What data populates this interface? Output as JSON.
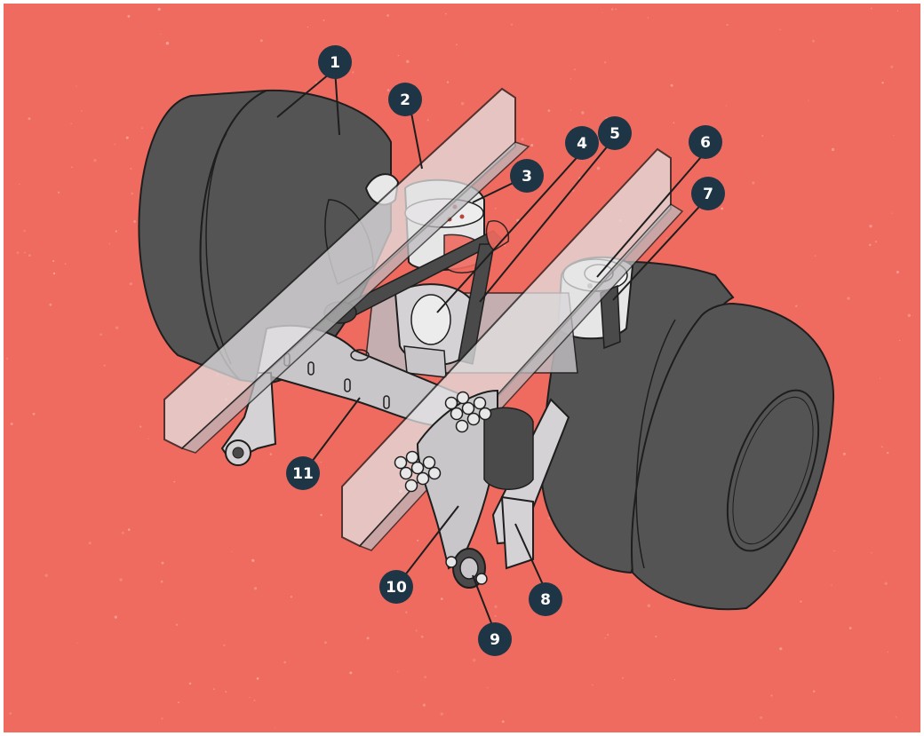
{
  "colors": {
    "background": "#ef6a5f",
    "speck": "#f7a89c",
    "tire": "#545454",
    "tire_dark": "#404040",
    "frame_rail": "#d8d6d8",
    "metal": "#c8c6c8",
    "dark_metal": "#4a4a4a",
    "air_bag": "#e6e6e6",
    "outline": "#1e1e1e",
    "callout_fill": "#1e3545",
    "callout_text": "#ffffff"
  },
  "callouts": [
    {
      "id": "1",
      "text": "1"
    },
    {
      "id": "2",
      "text": "2"
    },
    {
      "id": "3",
      "text": "3"
    },
    {
      "id": "4",
      "text": "4"
    },
    {
      "id": "5",
      "text": "5"
    },
    {
      "id": "6",
      "text": "6"
    },
    {
      "id": "7",
      "text": "7"
    },
    {
      "id": "8",
      "text": "8"
    },
    {
      "id": "9",
      "text": "9"
    },
    {
      "id": "10",
      "text": "10"
    },
    {
      "id": "11",
      "text": "11"
    }
  ]
}
